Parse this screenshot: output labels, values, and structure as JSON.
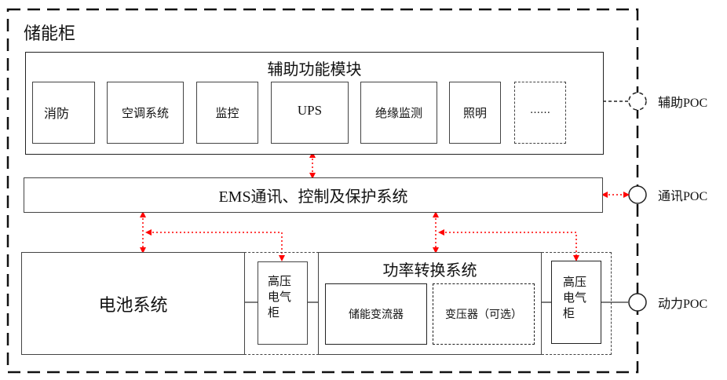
{
  "diagram": {
    "container_title": "储能柜",
    "aux_module": {
      "title": "辅助功能模块",
      "items": [
        {
          "label": "消防",
          "style": "solid"
        },
        {
          "label": "空调系统",
          "style": "solid"
        },
        {
          "label": "监控",
          "style": "solid"
        },
        {
          "label": "UPS",
          "style": "solid"
        },
        {
          "label": "绝缘监测",
          "style": "solid"
        },
        {
          "label": "照明",
          "style": "solid"
        },
        {
          "label": "……",
          "style": "dashed"
        }
      ]
    },
    "ems": {
      "title": "EMS通讯、控制及保护系统"
    },
    "battery": {
      "title": "电池系统"
    },
    "hv_cabinet_left": {
      "lines": [
        "高压",
        "电气",
        "柜"
      ]
    },
    "pcs": {
      "title": "功率转换系统",
      "items": [
        {
          "label": "储能变流器",
          "style": "solid"
        },
        {
          "label": "变压器（可选）",
          "style": "dashed"
        }
      ]
    },
    "hv_cabinet_right": {
      "lines": [
        "高压",
        "电气",
        "柜"
      ]
    },
    "poc": [
      {
        "label": "辅助POC",
        "style": "dashed"
      },
      {
        "label": "通讯POC",
        "style": "solid"
      },
      {
        "label": "动力POC",
        "style": "solid"
      }
    ],
    "colors": {
      "signal_arrow": "#ff0000",
      "border": "#444444",
      "outer_border": "#111111"
    }
  }
}
